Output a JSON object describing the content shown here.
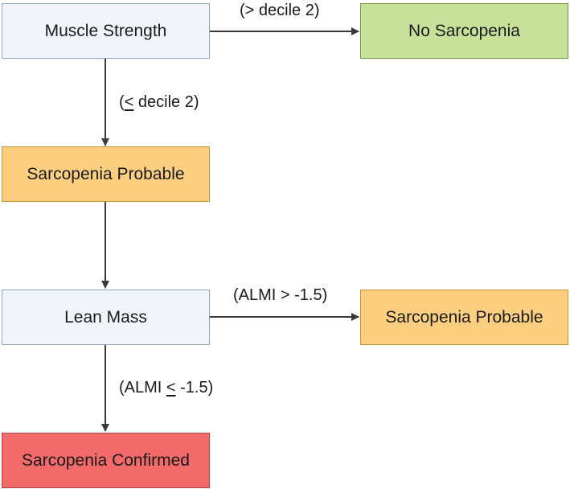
{
  "nodes": {
    "muscle_strength": "Muscle Strength",
    "no_sarcopenia": "No Sarcopenia",
    "sarcopenia_probable_1": "Sarcopenia Probable",
    "lean_mass": "Lean Mass",
    "sarcopenia_probable_2": "Sarcopenia Probable",
    "sarcopenia_confirmed": "Sarcopenia Confirmed"
  },
  "edges": {
    "gt_decile": "(> decile 2)",
    "le_decile": {
      "open": "(",
      "sym": "<",
      "rest": " decile 2)"
    },
    "almi_gt": "(ALMI > -1.5)",
    "almi_le": {
      "open": "(ALMI ",
      "sym": "<",
      "rest": " -1.5)"
    }
  },
  "colors": {
    "neutral": "#f1f5fb",
    "green": "#c7e09a",
    "orange": "#fbcf7f",
    "red": "#f26a6a",
    "arrow": "#3a3a3a"
  }
}
